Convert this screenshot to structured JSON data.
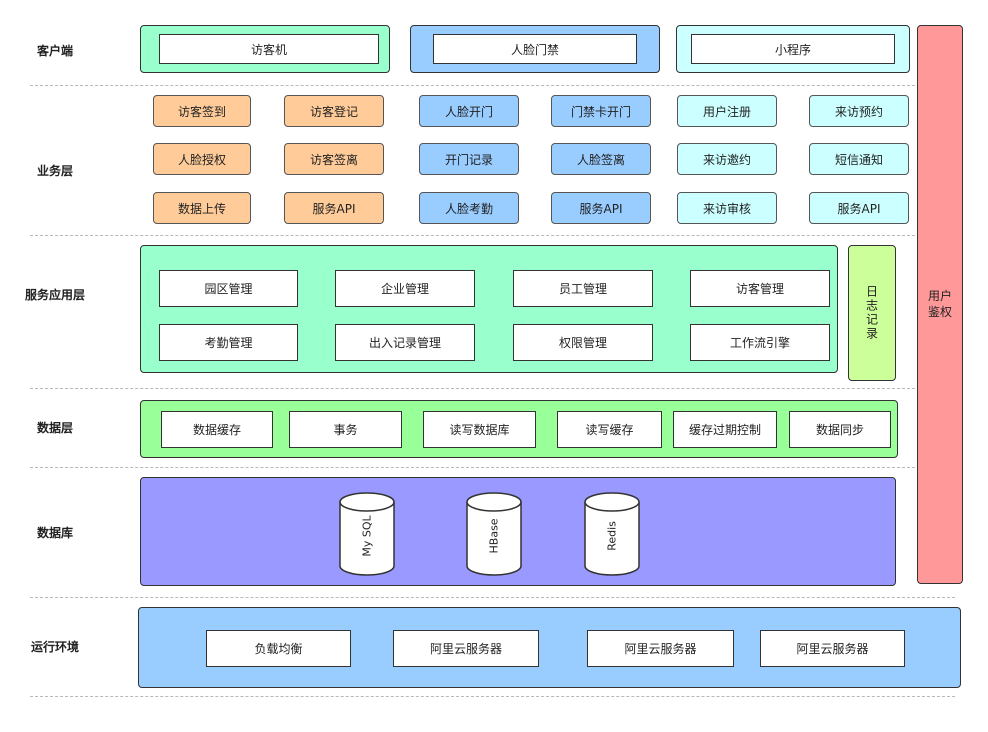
{
  "layers": [
    {
      "key": "client",
      "label": "客户端"
    },
    {
      "key": "business",
      "label": "业务层"
    },
    {
      "key": "service",
      "label": "服务应用层"
    },
    {
      "key": "data",
      "label": "数据层"
    },
    {
      "key": "database",
      "label": "数据库"
    },
    {
      "key": "runtime",
      "label": "运行环境"
    }
  ],
  "client": {
    "visitor_machine": "访客机",
    "face_access": "人脸门禁",
    "mini_program": "小程序"
  },
  "business": {
    "orange": [
      "访客签到",
      "访客登记",
      "人脸授权",
      "访客签离",
      "数据上传",
      "服务API"
    ],
    "blue": [
      "人脸开门",
      "门禁卡开门",
      "开门记录",
      "人脸签离",
      "人脸考勤",
      "服务API"
    ],
    "cyan": [
      "用户注册",
      "来访预约",
      "来访邀约",
      "短信通知",
      "来访审核",
      "服务API"
    ]
  },
  "service": {
    "items": [
      "园区管理",
      "企业管理",
      "员工管理",
      "访客管理",
      "考勤管理",
      "出入记录管理",
      "权限管理",
      "工作流引擎"
    ],
    "log_record": "日志记录"
  },
  "data_layer": {
    "items": [
      "数据缓存",
      "事务",
      "读写数据库",
      "读写缓存",
      "缓存过期控制",
      "数据同步"
    ]
  },
  "database": {
    "items": [
      "My SQL",
      "HBase",
      "Redis"
    ]
  },
  "runtime": {
    "items": [
      "负载均衡",
      "阿里云服务器",
      "阿里云服务器",
      "阿里云服务器"
    ]
  },
  "user_auth": "用户鉴权",
  "colors": {
    "client_green": "#99ffcc",
    "client_blue": "#99ccff",
    "client_cyan": "#ccffff",
    "orange": "#ffcc99",
    "service_green": "#99ffcc",
    "log_green": "#ccff99",
    "data_green": "#99ff99",
    "database_purple": "#9999ff",
    "runtime_blue": "#99ccff",
    "auth_red": "#ff9999"
  }
}
